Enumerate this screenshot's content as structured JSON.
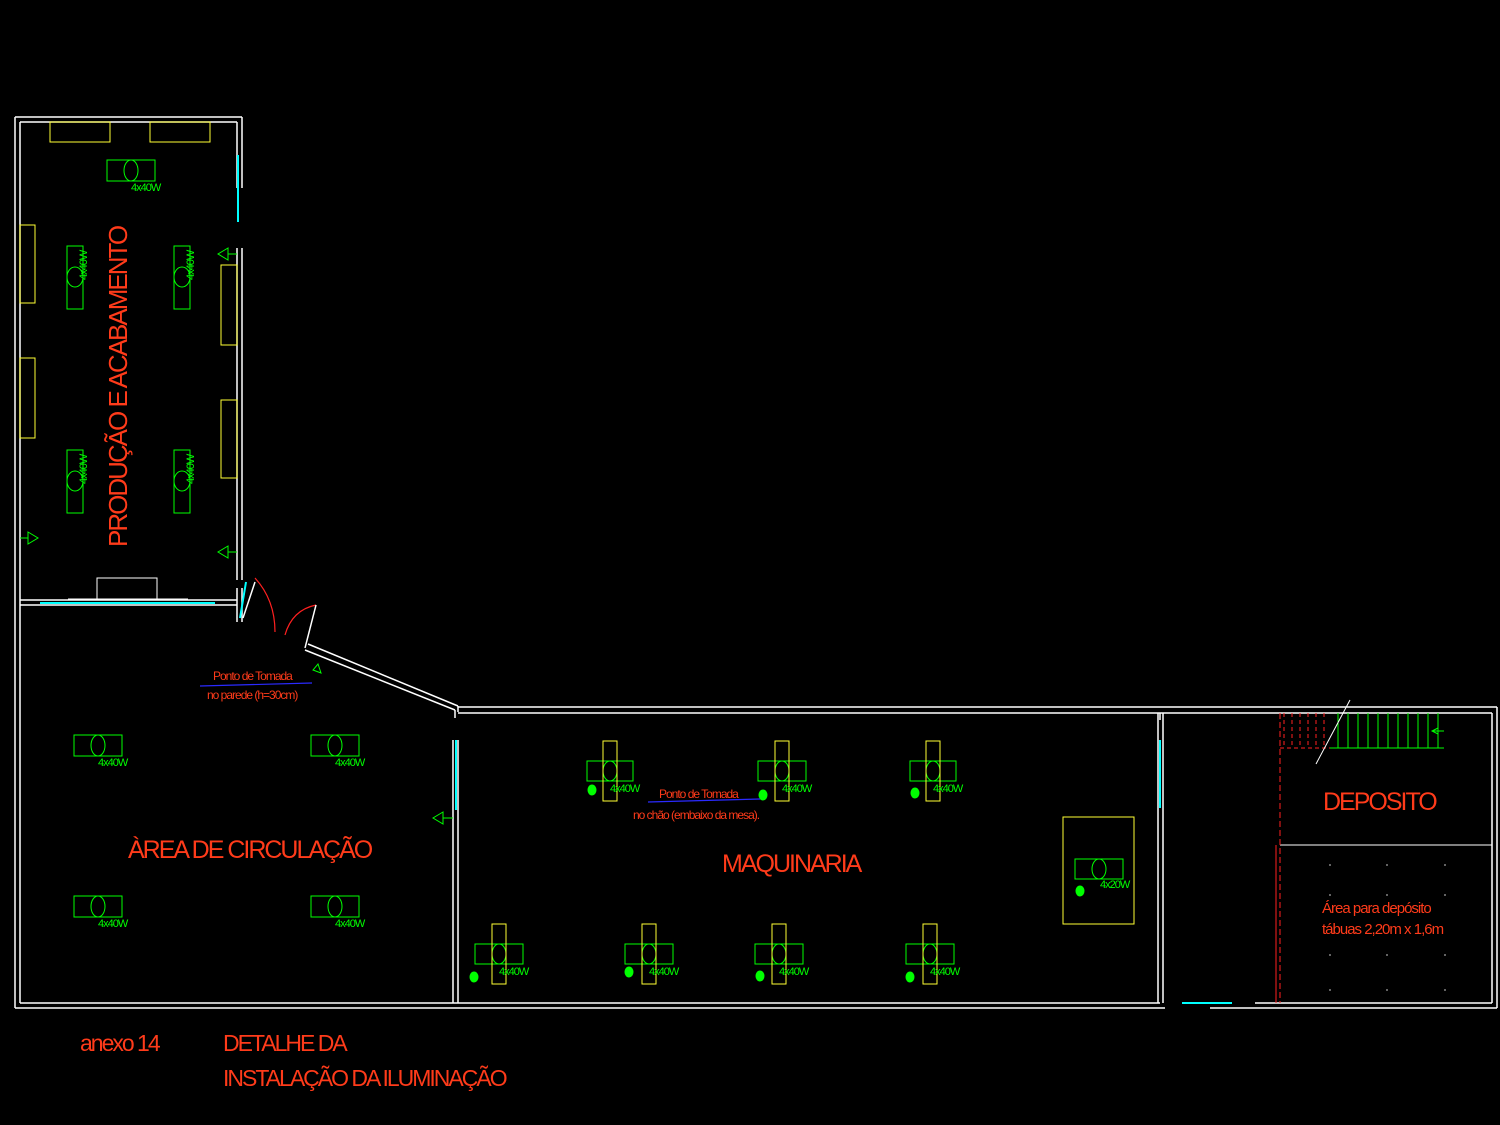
{
  "rooms": {
    "producao": "PRODUÇÃO E ACABAMENTO",
    "circulacao": "ÀREA DE CIRCULAÇÃO",
    "maquinaria": "MAQUINARIA",
    "deposito": "DEPOSITO"
  },
  "notes": {
    "tomada_parede_1": "Ponto de Tomada",
    "tomada_parede_2": "no parede (h=30cm)",
    "tomada_chao_1": "Ponto de Tomada",
    "tomada_chao_2": "no chão (embaixo da mesa).",
    "deposito_area_1": "Área para depósito",
    "deposito_area_2": "tábuas 2,20m x 1,6m"
  },
  "lamp_labels": {
    "standard": "4x40W",
    "small": "4x20W"
  },
  "footer": {
    "annex": "anexo 14",
    "title_line1": "DETALHE DA",
    "title_line2": "INSTALAÇÃO DA ILUMINAÇÃO"
  },
  "colors": {
    "background": "#000000",
    "walls": "#ffffff",
    "furniture": "#ffff33",
    "luminaires": "#00ff00",
    "windows": "#00ffff",
    "text": "#ff3b1a",
    "doors": "#ff2020"
  }
}
